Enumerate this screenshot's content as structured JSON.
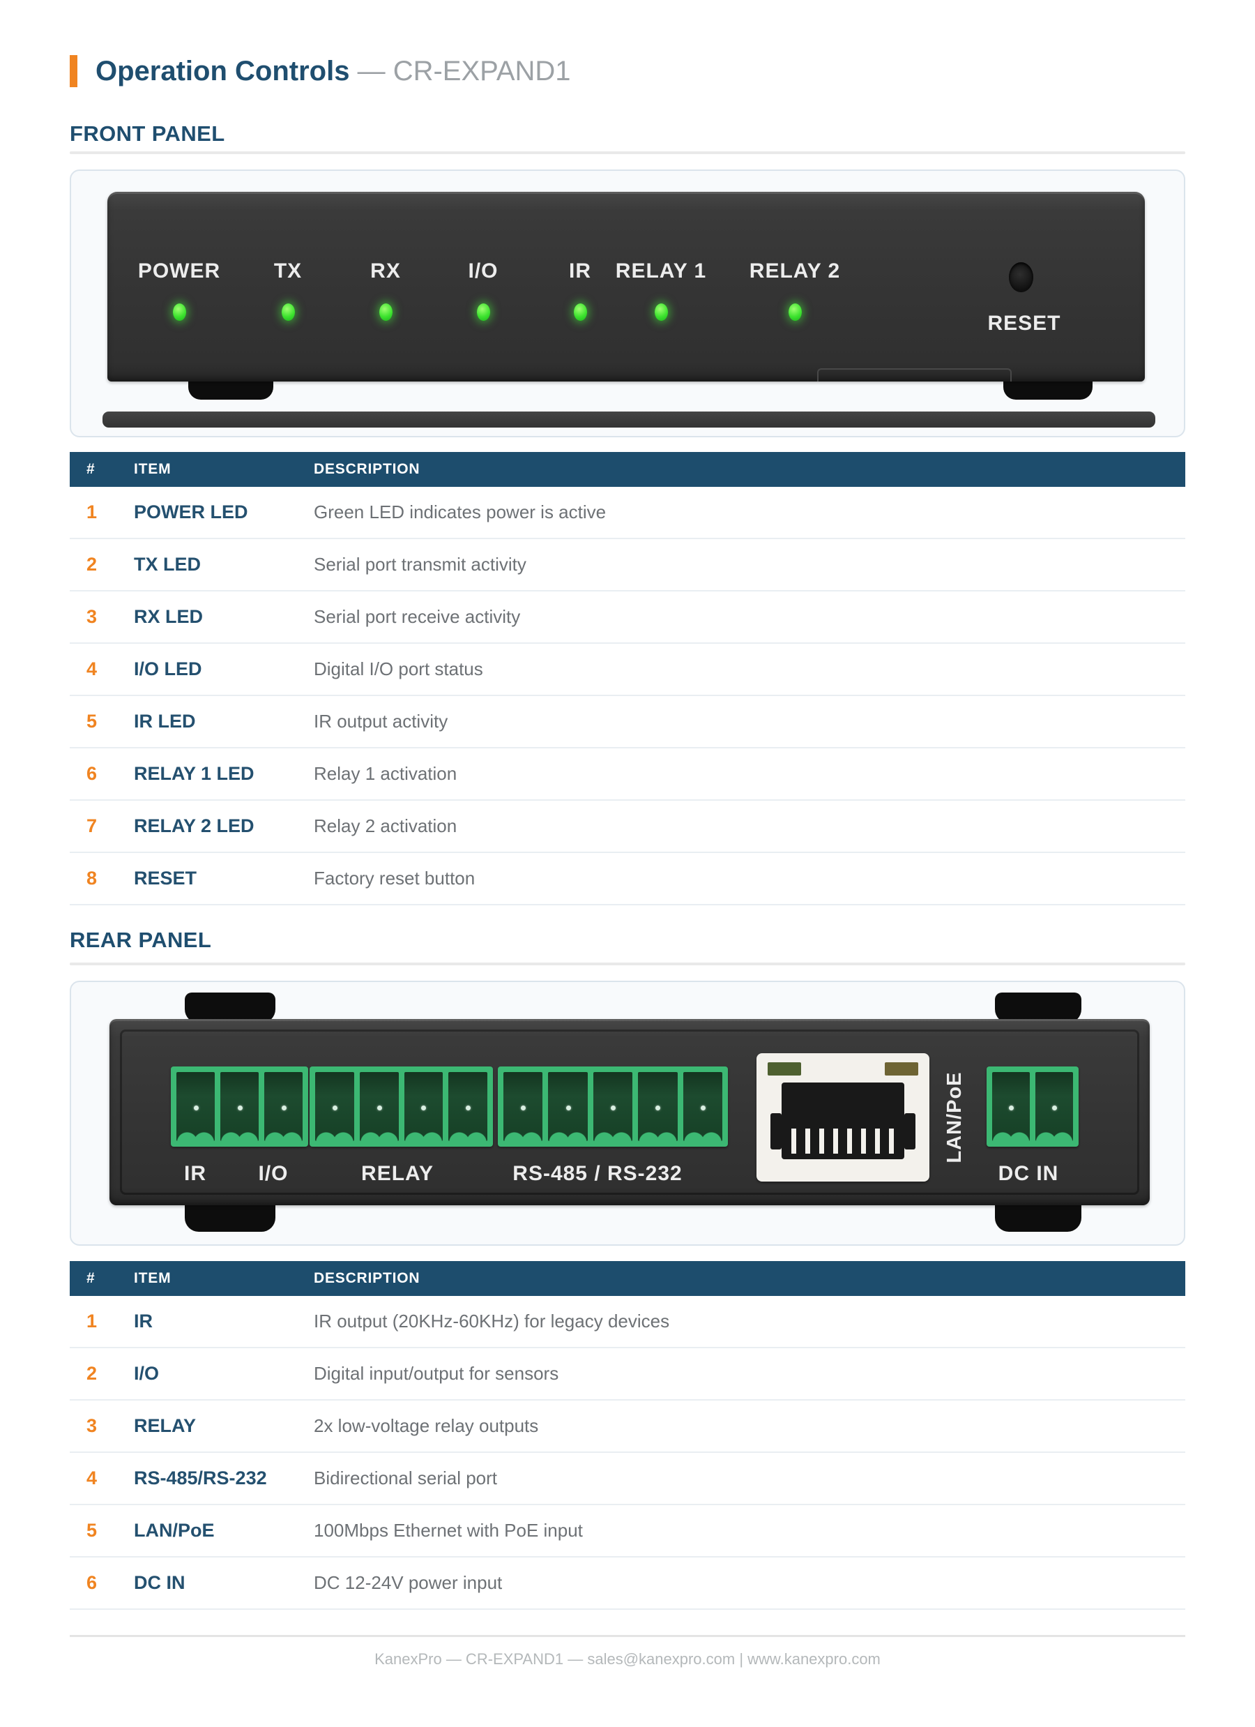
{
  "header": {
    "title": "Operation Controls",
    "model": "— CR-EXPAND1"
  },
  "front_panel": {
    "heading": "FRONT PANEL",
    "device": {
      "led_labels": [
        "POWER",
        "TX",
        "RX",
        "I/O",
        "IR",
        "RELAY 1",
        "RELAY 2"
      ],
      "reset_label": "RESET"
    },
    "table": {
      "headers": [
        "#",
        "ITEM",
        "DESCRIPTION"
      ],
      "rows": [
        {
          "num": "1",
          "item": "POWER LED",
          "desc": "Green LED indicates power is active"
        },
        {
          "num": "2",
          "item": "TX LED",
          "desc": "Serial port transmit activity"
        },
        {
          "num": "3",
          "item": "RX LED",
          "desc": "Serial port receive activity"
        },
        {
          "num": "4",
          "item": "I/O LED",
          "desc": "Digital I/O port status"
        },
        {
          "num": "5",
          "item": "IR LED",
          "desc": "IR output activity"
        },
        {
          "num": "6",
          "item": "RELAY 1 LED",
          "desc": "Relay 1 activation"
        },
        {
          "num": "7",
          "item": "RELAY 2 LED",
          "desc": "Relay 2 activation"
        },
        {
          "num": "8",
          "item": "RESET",
          "desc": "Factory reset button"
        }
      ]
    }
  },
  "rear_panel": {
    "heading": "REAR PANEL",
    "device": {
      "port_labels": [
        "IR",
        "I/O",
        "RELAY",
        "RS-485 / RS-232",
        "LAN/PoE",
        "DC IN"
      ]
    },
    "table": {
      "headers": [
        "#",
        "ITEM",
        "DESCRIPTION"
      ],
      "rows": [
        {
          "num": "1",
          "item": "IR",
          "desc": "IR output (20KHz-60KHz) for legacy devices"
        },
        {
          "num": "2",
          "item": "I/O",
          "desc": "Digital input/output for sensors"
        },
        {
          "num": "3",
          "item": "RELAY",
          "desc": "2x low-voltage relay outputs"
        },
        {
          "num": "4",
          "item": "RS-485/RS-232",
          "desc": "Bidirectional serial port"
        },
        {
          "num": "5",
          "item": "LAN/PoE",
          "desc": "100Mbps Ethernet with PoE input"
        },
        {
          "num": "6",
          "item": "DC IN",
          "desc": "DC 12-24V power input"
        }
      ]
    }
  },
  "footer": {
    "text": "KanexPro — CR-EXPAND1 — sales@kanexpro.com | www.kanexpro.com"
  },
  "colors": {
    "accent_orange": "#f08421",
    "heading_blue": "#1f4e6f",
    "table_header_bg": "#1d4d6d",
    "item_text_blue": "#24506f",
    "description_gray": "#6d7175",
    "model_gray": "#9ca1a5",
    "led_green": "#3ce22e",
    "terminal_green": "#3cb873",
    "device_dark": "#343434",
    "figure_background": "#f8fafc"
  }
}
